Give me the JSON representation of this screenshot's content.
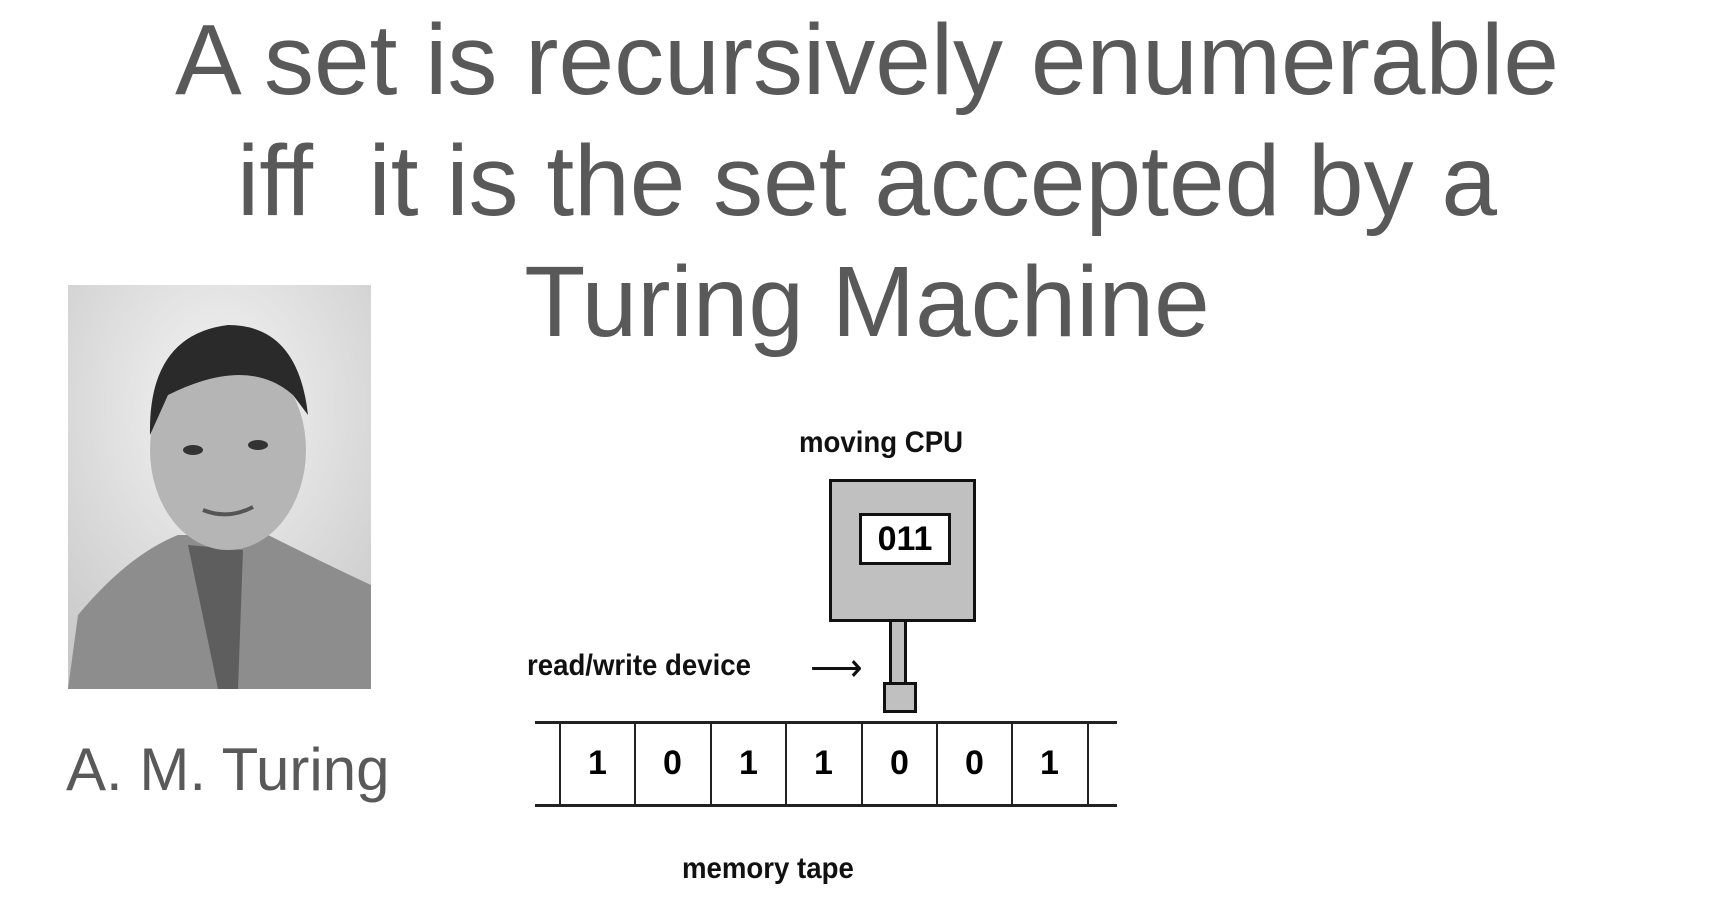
{
  "title": {
    "lines": [
      "A set is recursively enumerable",
      "iff  it is the set accepted by a",
      "Turing Machine"
    ]
  },
  "photo": {
    "caption": "A. M. Turing"
  },
  "diagram": {
    "cpu_label": "moving CPU",
    "state": "011",
    "device_label": "read/write device",
    "arrow": "⟶",
    "tape_label": "memory tape",
    "tape": [
      "1",
      "0",
      "1",
      "1",
      "0",
      "0",
      "1"
    ]
  }
}
